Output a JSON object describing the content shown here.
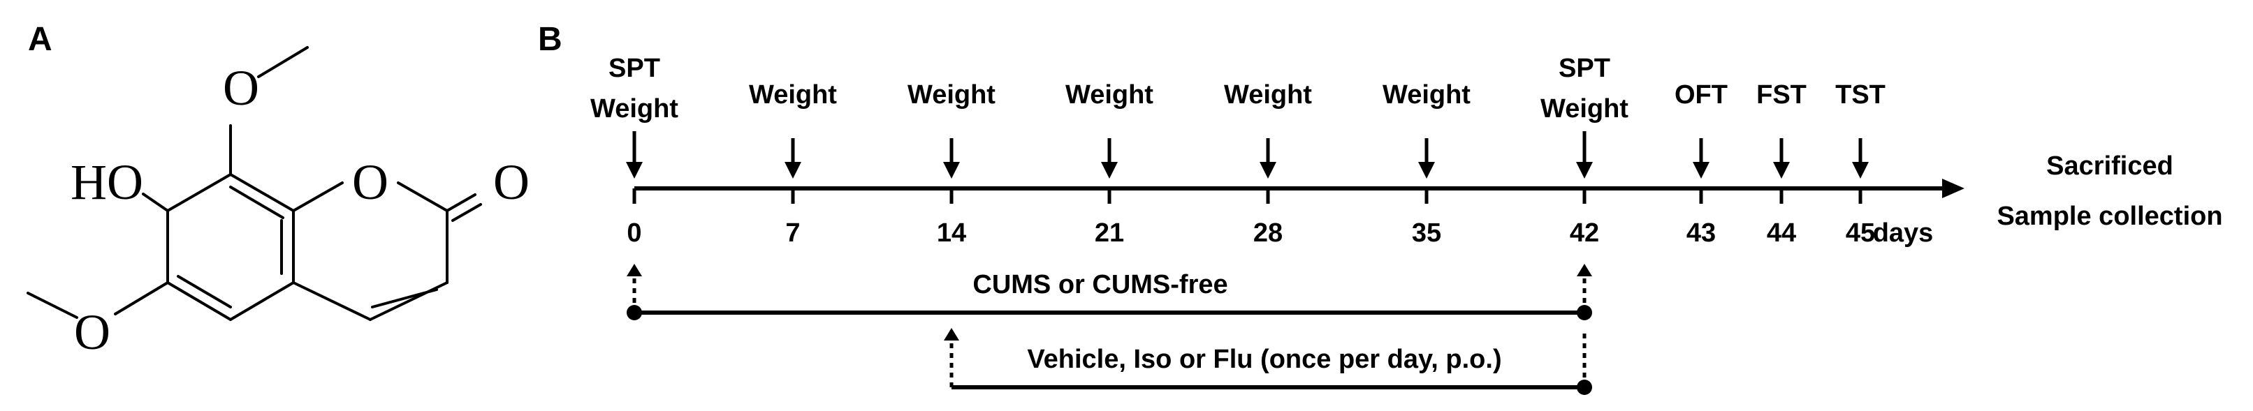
{
  "panel_a": {
    "label": "A",
    "atoms": {
      "ho": "HO",
      "o_methoxy_top": "O",
      "o_ring": "O",
      "o_carbonyl": "O",
      "o_methoxy_bottom": "O"
    }
  },
  "panel_b": {
    "label": "B",
    "timeline": {
      "days_label": "days",
      "end_label_line1": "Sacrificed",
      "end_label_line2": "Sample collection",
      "events": [
        {
          "day": "0",
          "top": "SPT",
          "bottom": "Weight"
        },
        {
          "day": "7",
          "top": "",
          "bottom": "Weight"
        },
        {
          "day": "14",
          "top": "",
          "bottom": "Weight"
        },
        {
          "day": "21",
          "top": "",
          "bottom": "Weight"
        },
        {
          "day": "28",
          "top": "",
          "bottom": "Weight"
        },
        {
          "day": "35",
          "top": "",
          "bottom": "Weight"
        },
        {
          "day": "42",
          "top": "SPT",
          "bottom": "Weight"
        },
        {
          "day": "43",
          "top": "",
          "bottom": "OFT"
        },
        {
          "day": "44",
          "top": "",
          "bottom": "FST"
        },
        {
          "day": "45",
          "top": "",
          "bottom": "TST"
        }
      ]
    },
    "periods": {
      "cums": {
        "label": "CUMS or CUMS-free",
        "start_day": "0",
        "end_day": "42"
      },
      "treatment": {
        "label": "Vehicle, Iso or Flu (once per day, p.o.)",
        "start_day": "14",
        "end_day": "42"
      }
    }
  }
}
